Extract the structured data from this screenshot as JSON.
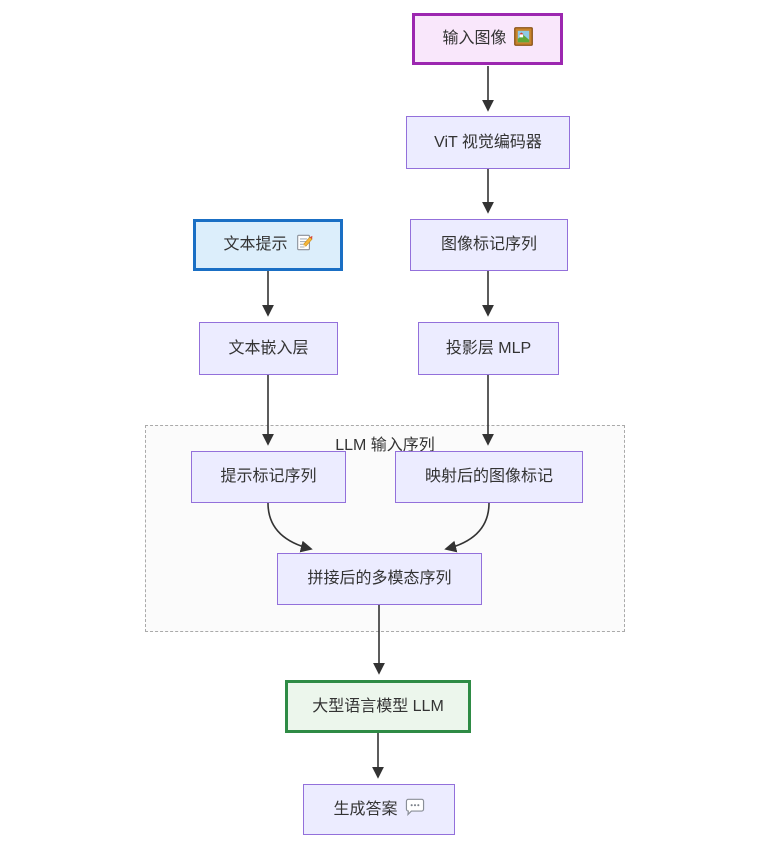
{
  "diagram": {
    "type": "flowchart",
    "direction": "top-down",
    "background": "#ffffff",
    "text_color": "#333333",
    "edge_color": "#333333",
    "nodes": {
      "input_image": {
        "label": "输入图像",
        "icon": "framed-picture-icon",
        "fill": "#f9e7fb",
        "border_color": "#9c27b0"
      },
      "vit_encoder": {
        "label": "ViT 视觉编码器",
        "fill": "#ececff",
        "border_color": "#9370db"
      },
      "image_token_seq": {
        "label": "图像标记序列",
        "fill": "#ececff",
        "border_color": "#9370db"
      },
      "text_prompt": {
        "label": "文本提示",
        "icon": "memo-icon",
        "fill": "#dceefb",
        "border_color": "#1a6fc4"
      },
      "text_embedding": {
        "label": "文本嵌入层",
        "fill": "#ececff",
        "border_color": "#9370db"
      },
      "projection_mlp": {
        "label": "投影层 MLP",
        "fill": "#ececff",
        "border_color": "#9370db"
      },
      "prompt_token_seq": {
        "label": "提示标记序列",
        "fill": "#ececff",
        "border_color": "#9370db"
      },
      "mapped_image_tokens": {
        "label": "映射后的图像标记",
        "fill": "#ececff",
        "border_color": "#9370db"
      },
      "concat_multimodal_seq": {
        "label": "拼接后的多模态序列",
        "fill": "#ececff",
        "border_color": "#9370db"
      },
      "llm": {
        "label": "大型语言模型 LLM",
        "fill": "#ecf6ec",
        "border_color": "#2e8b45"
      },
      "answer": {
        "label": "生成答案",
        "icon": "speech-balloon-icon",
        "fill": "#ececff",
        "border_color": "#9370db"
      }
    },
    "subgraph": {
      "label": "LLM 输入序列",
      "fill": "#fbfbfb",
      "border_color": "#aaaaaa",
      "border_style": "dashed"
    },
    "edges": [
      {
        "from": "input_image",
        "to": "vit_encoder"
      },
      {
        "from": "vit_encoder",
        "to": "image_token_seq"
      },
      {
        "from": "image_token_seq",
        "to": "projection_mlp"
      },
      {
        "from": "projection_mlp",
        "to": "mapped_image_tokens"
      },
      {
        "from": "text_prompt",
        "to": "text_embedding"
      },
      {
        "from": "text_embedding",
        "to": "prompt_token_seq"
      },
      {
        "from": "prompt_token_seq",
        "to": "concat_multimodal_seq"
      },
      {
        "from": "mapped_image_tokens",
        "to": "concat_multimodal_seq"
      },
      {
        "from": "concat_multimodal_seq",
        "to": "llm"
      },
      {
        "from": "llm",
        "to": "answer"
      }
    ]
  }
}
